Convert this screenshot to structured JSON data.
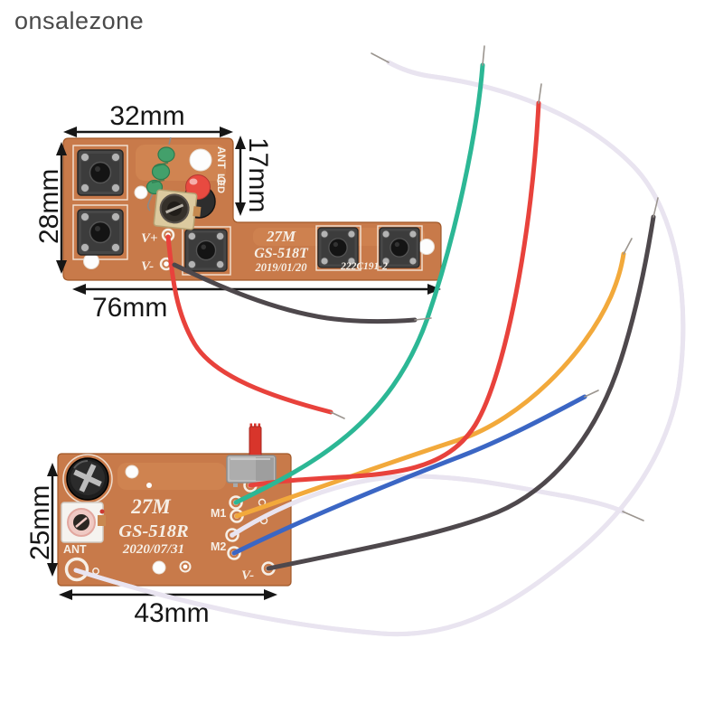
{
  "watermark": "onsalezone",
  "colors": {
    "pcb": "#c87a4a",
    "pcb_edge": "#a05828",
    "pcb_light": "#e0995f",
    "silk": "#f6efe6",
    "wire_red": "#e8423c",
    "wire_dark": "#4e484c",
    "wire_teal": "#2cb795",
    "wire_orange": "#f2a93b",
    "wire_blue": "#3b66c4",
    "wire_white": "#e9e4f0",
    "wire_tip": "#9b958f",
    "led_red": "#e84a40",
    "switch_red": "#d8352b",
    "inductor_green": "#43a06b"
  },
  "dimensions": {
    "tx_top_width": "32mm",
    "tx_right_height": "17mm",
    "tx_left_height": "28mm",
    "tx_bottom_width": "76mm",
    "rx_left_height": "25mm",
    "rx_bottom_width": "43mm"
  },
  "transmitter": {
    "frequency": "27M",
    "model": "GS-518T",
    "date": "2019/01/20",
    "batch_code": "222C191-2",
    "antenna_label": "ANT",
    "led_label": "LED",
    "v_plus_label": "V+",
    "v_minus_label": "V-"
  },
  "receiver": {
    "frequency": "27M",
    "model": "GS-518R",
    "date": "2020/07/31",
    "antenna_label": "ANT",
    "m1_label": "M1",
    "m2_label": "M2",
    "v_minus_label": "V-"
  }
}
